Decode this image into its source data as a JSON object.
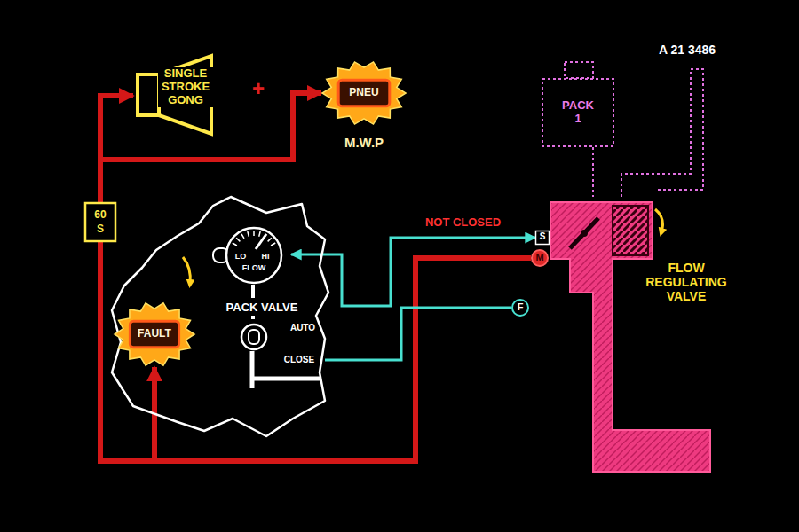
{
  "diagram": {
    "nodes": [
      {
        "text": [
          "SINGLE STROKE GONG"
        ]
      },
      {
        "text": [
          "PNEU",
          "M.W.P"
        ]
      },
      {
        "text": [
          "60 S"
        ]
      },
      {
        "text": [
          "PACK VALVE"
        ]
      },
      {
        "text": [
          "FAULT"
        ],
        "in": 3
      },
      {
        "text": [
          "LO",
          "HI",
          "FLOW"
        ],
        "in": 3
      },
      {
        "text": [
          "AUTO",
          "CLOSE"
        ],
        "in": 3
      },
      {
        "text": [
          "PACK 1"
        ]
      },
      {
        "text": [
          "FLOW REGULATING VALVE"
        ]
      },
      {
        "text": [
          "S"
        ],
        "in": 8
      },
      {
        "text": [
          "M"
        ],
        "in": 8
      },
      {
        "text": [
          "F"
        ],
        "in": 8
      }
    ],
    "edges": [
      {
        "from": 2,
        "to": 0,
        "arrow": "to"
      },
      {
        "from": 2,
        "to": 1,
        "arrow": "to"
      },
      {
        "from": 10,
        "to": 2,
        "arrow": "none"
      },
      {
        "from": 10,
        "to": 4,
        "arrow": "to"
      },
      {
        "from": 9,
        "to": 5,
        "arrow": "both",
        "label": "NOT CLOSED"
      },
      {
        "from": 6,
        "to": 11,
        "arrow": "none"
      }
    ],
    "labels": [
      "+",
      "A 21 3486"
    ]
  }
}
